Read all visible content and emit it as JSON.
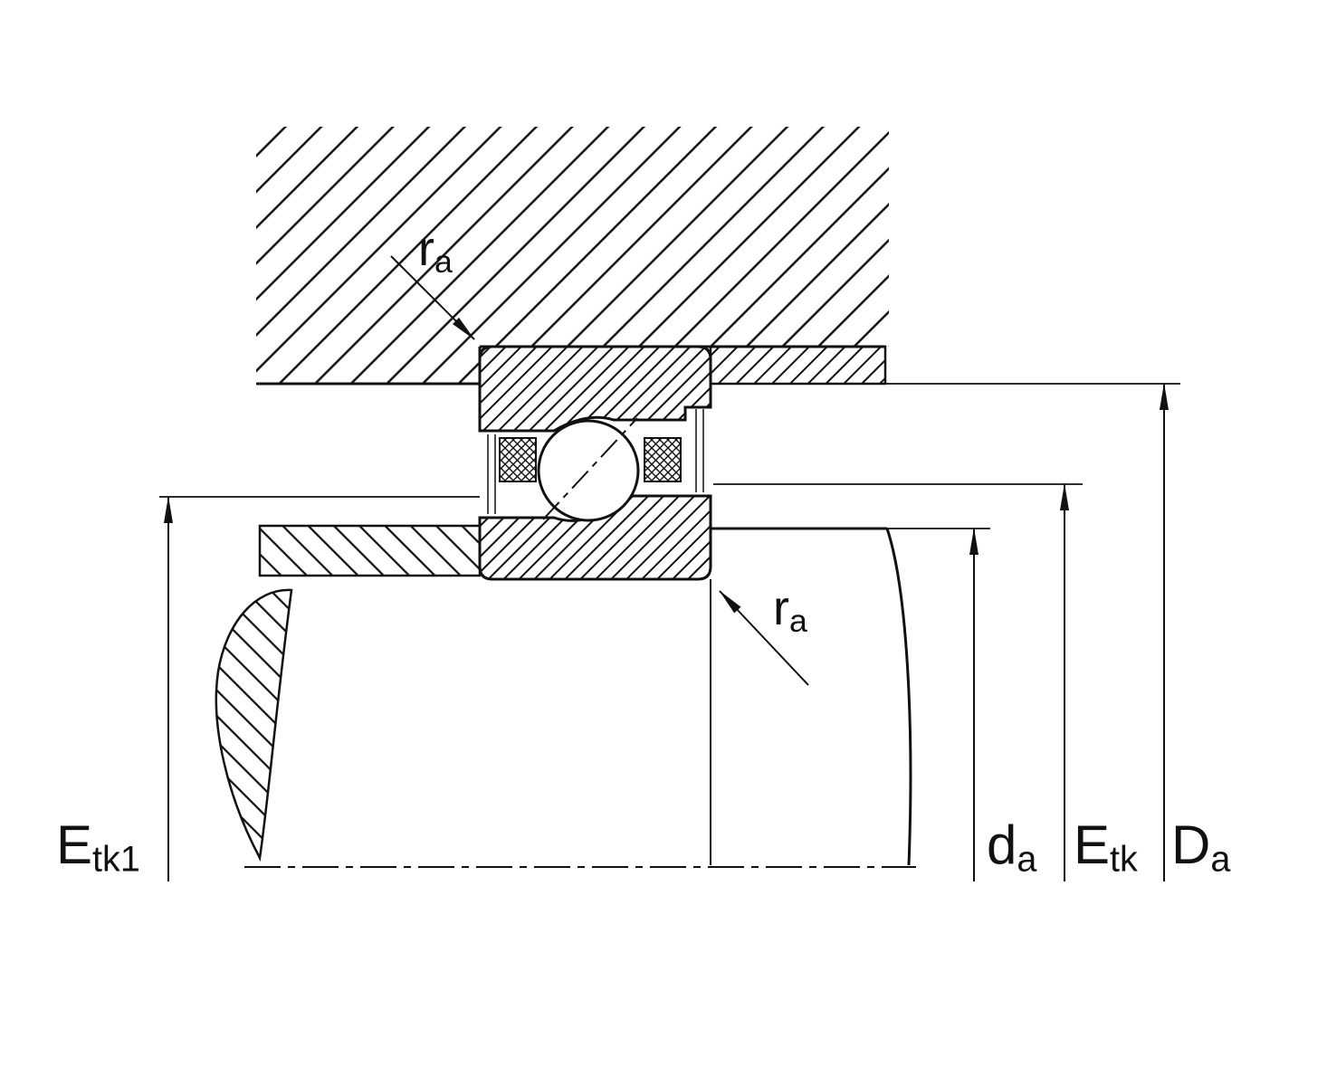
{
  "labels": {
    "ra_top": {
      "main": "r",
      "sub": "a"
    },
    "ra_bottom": {
      "main": "r",
      "sub": "a"
    },
    "etk1": {
      "main": "E",
      "sub": "tk1"
    },
    "da": {
      "main": "d",
      "sub": "a"
    },
    "etk": {
      "main": "E",
      "sub": "tk"
    },
    "Da": {
      "main": "D",
      "sub": "a"
    }
  },
  "colors": {
    "ink": "#111111",
    "background": "#ffffff"
  }
}
